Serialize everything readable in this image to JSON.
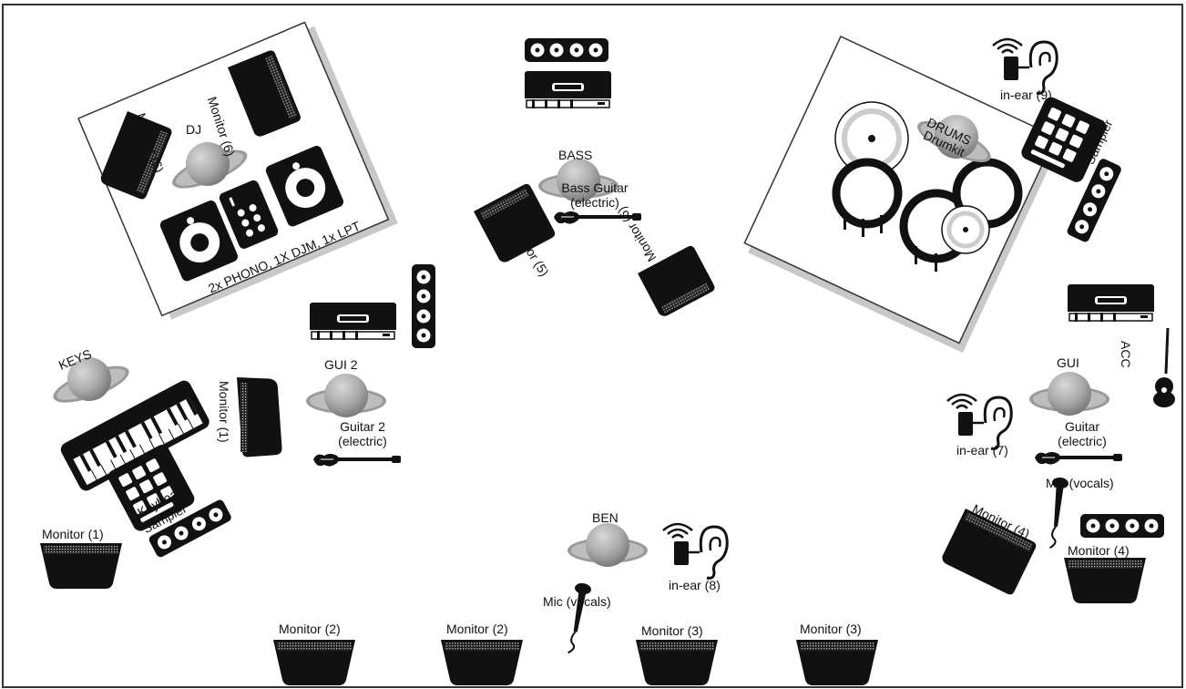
{
  "labels": {
    "dj": "DJ",
    "dj_monitor_a": "Monitor (6)",
    "dj_monitor_b": "Monitor (6)",
    "dj_gear": "2x PHONO, 1X DJM, 1x LPT",
    "bass": "BASS",
    "bass_guitar": "Bass Guitar (electric)",
    "monitor_5": "Monitor (5)",
    "monitor_6": "Monitor (6)",
    "drums": "DRUMS",
    "drumkit": "Drumkit",
    "in_ear_9": "in-ear (9)",
    "sampler_drums": "Sampler",
    "keys": "KEYS",
    "keys_monitor": "Monitor (1)",
    "keyboard": "Keyboard",
    "sampler_keys": "Sampler",
    "monitor_1_left": "Monitor (1)",
    "gui2": "GUI 2",
    "guitar2": "Guitar 2 (electric)",
    "gui": "GUI",
    "acc": "ACC",
    "in_ear_7": "in-ear (7)",
    "guitar": "Guitar (electric)",
    "mic_vocals_right": "Mic (vocals)",
    "monitor_4_rotated": "Monitor (4)",
    "monitor_4": "Monitor (4)",
    "ben": "BEN",
    "in_ear_8": "in-ear (8)",
    "mic_vocals_center": "Mic (vocals)",
    "monitor_2_a": "Monitor (2)",
    "monitor_2_b": "Monitor (2)",
    "monitor_3_a": "Monitor (3)",
    "monitor_3_b": "Monitor (3)"
  },
  "colors": {
    "ink": "#111111",
    "platform_shadow": "#c8c8c8",
    "frame": "#333333"
  }
}
